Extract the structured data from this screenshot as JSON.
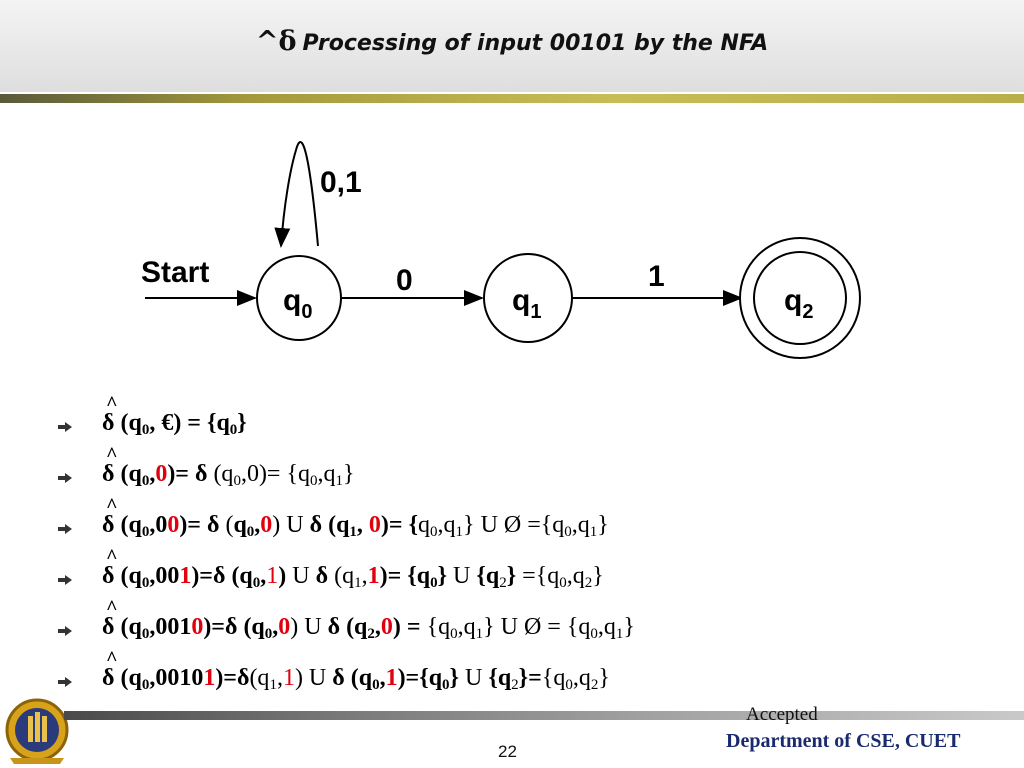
{
  "slide": {
    "title_symbol": "^δ",
    "title": "Processing of input 00101 by the NFA",
    "page_number": "22",
    "accepted": "Accepted",
    "department": "Department of CSE, CUET"
  },
  "diagram": {
    "start_label": "Start",
    "self_loop_label": "0,1",
    "edge_q0_q1_label": "0",
    "edge_q1_q2_label": "1",
    "states": [
      {
        "name": "q",
        "sub": "0",
        "accepting": false
      },
      {
        "name": "q",
        "sub": "1",
        "accepting": false
      },
      {
        "name": "q",
        "sub": "2",
        "accepting": true
      }
    ]
  },
  "bullets": [
    {
      "lhs": "(q0, €) = {q0}"
    },
    {
      "lhs": "(q0,0)= δ (q0,0)= {q0,q1}"
    },
    {
      "lhs": "(q0,00)= δ (q0,0) U δ (q1, 0)= {q0,q1} U Ø ={q0,q1}"
    },
    {
      "lhs": "(q0,001)=δ (q0,1) U δ (q1,1)= {q0} U {q2} ={q0,q2}"
    },
    {
      "lhs": "(q0,0010)=δ (q0,0) U δ (q2,0) = {q0,q1} U Ø = {q0,q1}"
    },
    {
      "lhs": "(q0,00101)=δ(q1,1) U δ (q0,1)={q0} U {q2}={q0,q2}"
    }
  ],
  "colors": {
    "header_rule": "#a49a3c",
    "highlight": "#e0000e",
    "department": "#1a2a6e"
  },
  "icons": {
    "bullet": "arrow-bullet-icon",
    "logo": "cuet-logo-icon"
  }
}
